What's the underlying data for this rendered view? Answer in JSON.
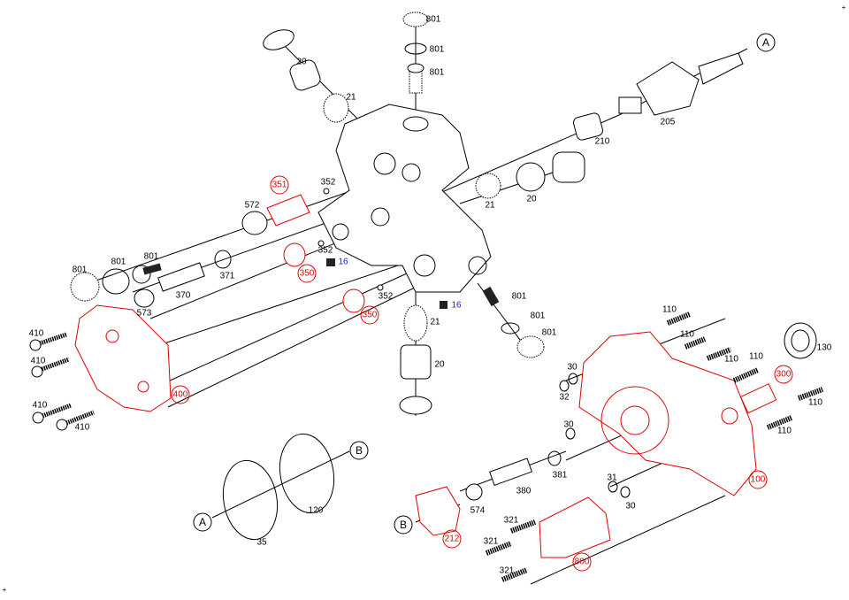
{
  "diagram_title_hidden": null,
  "colors": {
    "highlight": "#e00000",
    "standard": "#000000",
    "ref_blue": "#1a1aff"
  },
  "callouts": {
    "A_top": "A",
    "A_bottom": "A",
    "B_right": "B",
    "B_left": "B"
  },
  "labels": {
    "p801_a": "801",
    "p801_b": "801",
    "p801_c": "801",
    "p20_top": "20",
    "p21_top": "21",
    "p205": "205",
    "p210": "210",
    "p351": "351",
    "p352_a": "352",
    "p572": "572",
    "p21_mid": "21",
    "p20_mid": "20",
    "p801_l1": "801",
    "p801_l2": "801",
    "p801_l3": "801",
    "p371": "371",
    "p370": "370",
    "p573": "573",
    "p350_a": "350",
    "p352_b": "352",
    "p16_a": "16",
    "p350_b": "350",
    "p352_c": "352",
    "p16_b": "16",
    "p801_r1": "801",
    "p801_r2": "801",
    "p801_r3": "801",
    "p21_low": "21",
    "p20_low": "20",
    "p410_a": "410",
    "p410_b": "410",
    "p410_c": "410",
    "p410_d": "410",
    "p400": "400",
    "p110_a": "110",
    "p110_b": "110",
    "p110_c": "110",
    "p110_d": "110",
    "p110_e": "110",
    "p110_f": "110",
    "p130": "130",
    "p300": "300",
    "p30_a": "30",
    "p32": "32",
    "p30_b": "30",
    "p381": "381",
    "p31": "31",
    "p30_c": "30",
    "p100": "100",
    "p800": "800",
    "p380": "380",
    "p574": "574",
    "p321_a": "321",
    "p321_b": "321",
    "p321_c": "321",
    "p212": "212",
    "p35": "35",
    "p120": "120"
  }
}
